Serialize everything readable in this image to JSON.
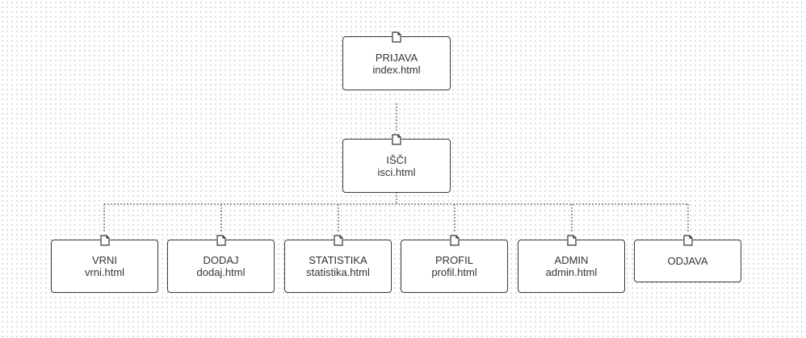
{
  "diagram": {
    "root": {
      "title": "PRIJAVA",
      "file": "index.html"
    },
    "search": {
      "title": "IŠČI",
      "file": "isci.html"
    },
    "children": [
      {
        "title": "VRNI",
        "file": "vrni.html"
      },
      {
        "title": "DODAJ",
        "file": "dodaj.html"
      },
      {
        "title": "STATISTIKA",
        "file": "statistika.html"
      },
      {
        "title": "PROFIL",
        "file": "profil.html"
      },
      {
        "title": "ADMIN",
        "file": "admin.html"
      },
      {
        "title": "ODJAVA",
        "file": ""
      }
    ]
  },
  "colors": {
    "border": "#3a3a3a",
    "connector": "#7a7a7a",
    "text": "#333333",
    "grid_dot": "#d2d2d2"
  },
  "icons": {
    "node_icon": "document-icon"
  }
}
